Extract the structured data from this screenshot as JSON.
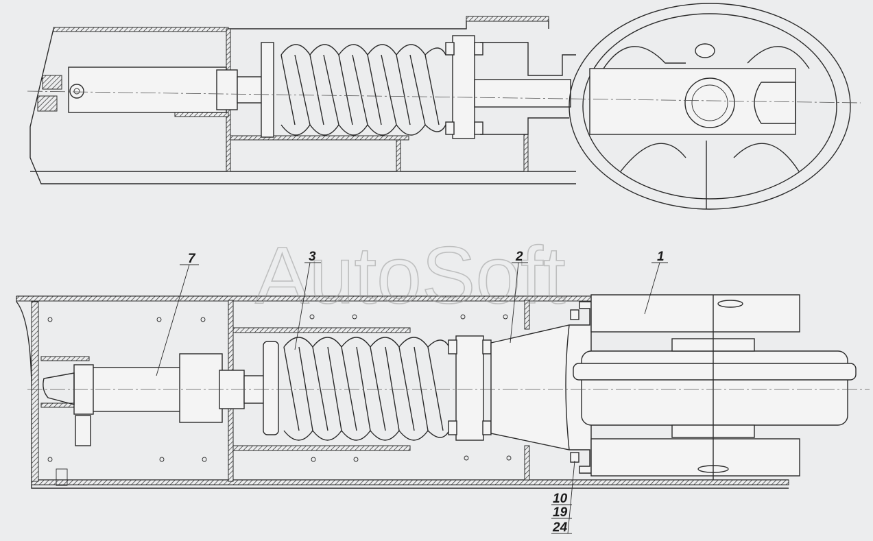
{
  "watermark": "AutoSoft",
  "callouts": {
    "c7": "7",
    "c3": "3",
    "c2": "2",
    "c1": "1",
    "c10": "10",
    "c19": "19",
    "c24": "24"
  },
  "colors": {
    "background": "#ecedee",
    "line": "#2a2a2a",
    "hatch": "#2a2a2a"
  }
}
